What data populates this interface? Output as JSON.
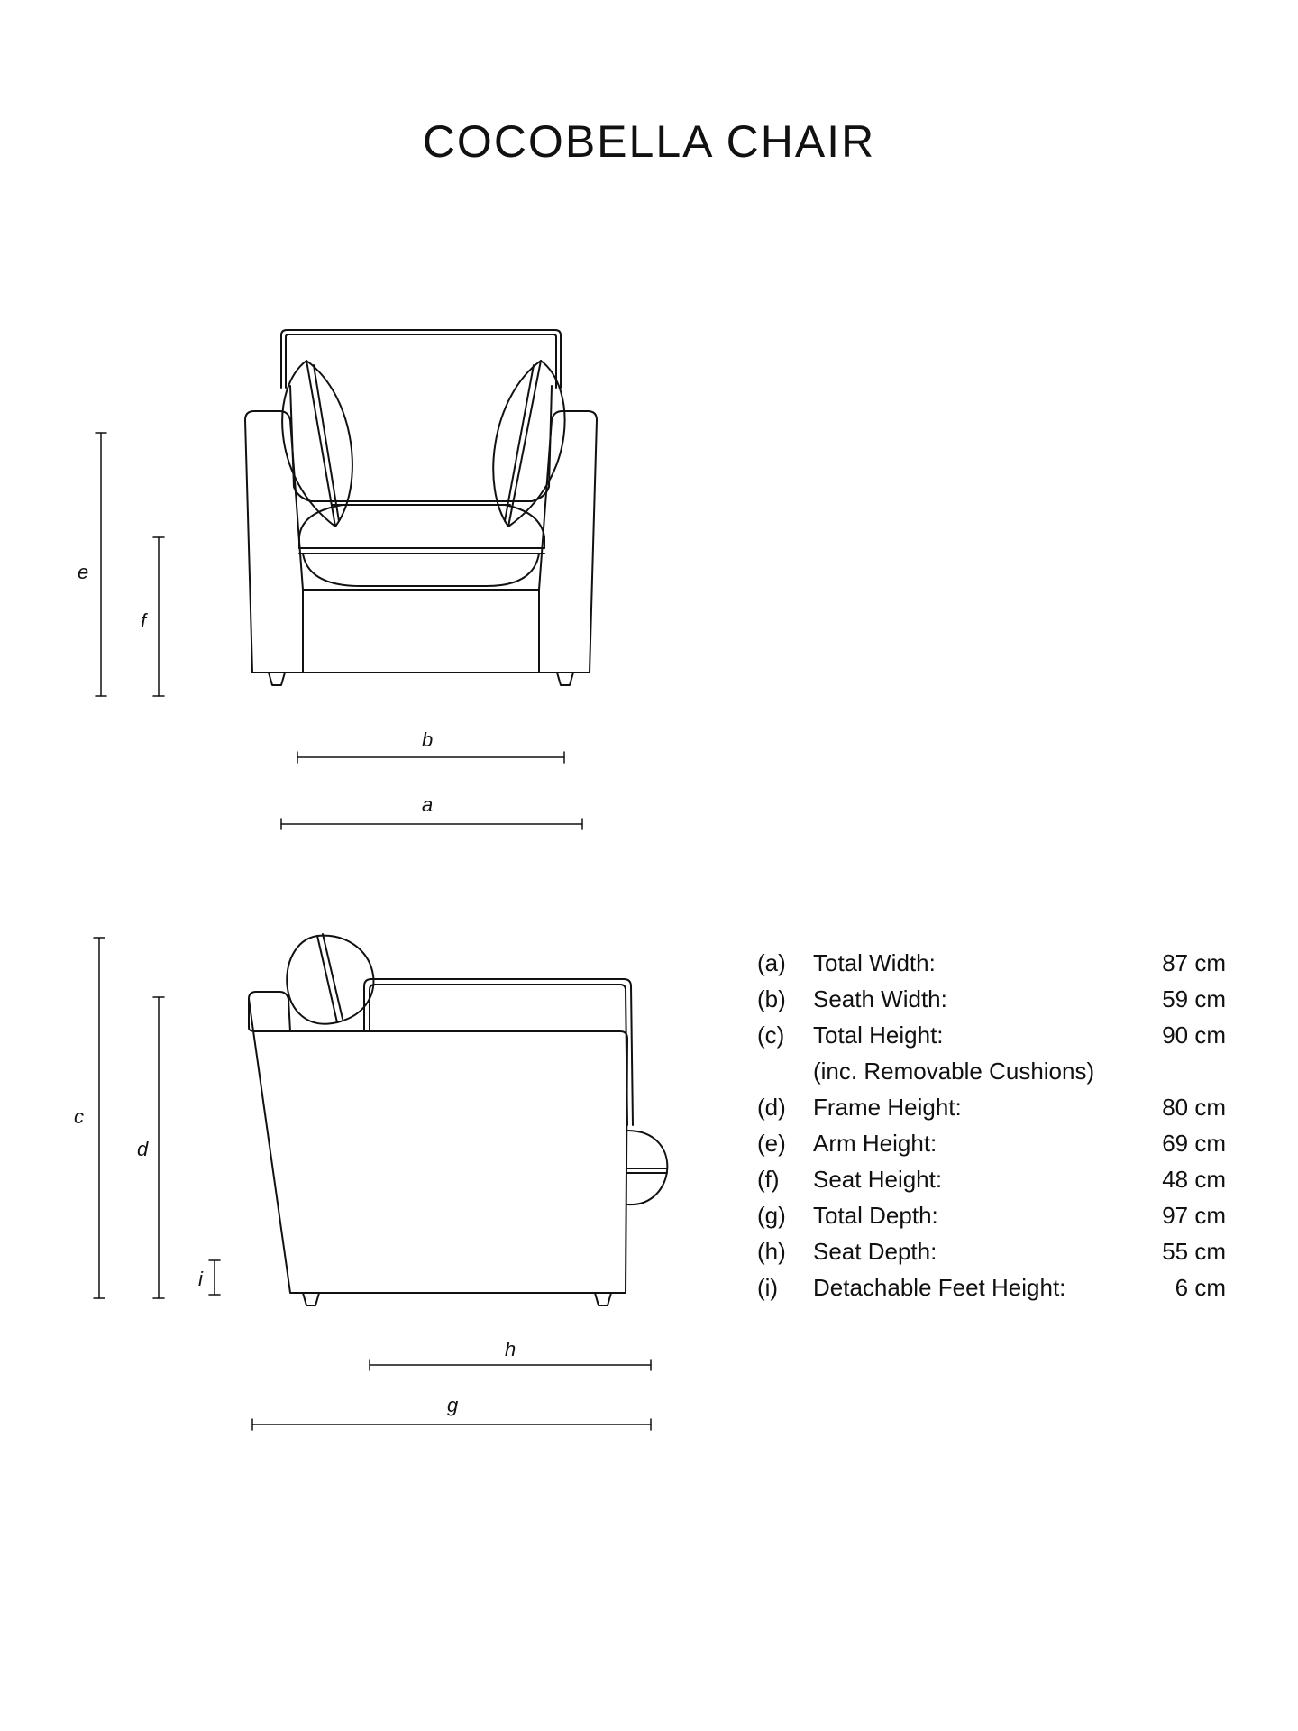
{
  "title": "COCOBELLA CHAIR",
  "colors": {
    "line": "#111111",
    "background": "#ffffff"
  },
  "front_view": {
    "dimension_labels": {
      "e": "e",
      "f": "f",
      "b": "b",
      "a": "a"
    }
  },
  "side_view": {
    "dimension_labels": {
      "c": "c",
      "d": "d",
      "i": "i",
      "h": "h",
      "g": "g"
    }
  },
  "specifications": [
    {
      "letter": "(a)",
      "label": "Total Width:",
      "value": "87 cm"
    },
    {
      "letter": "(b)",
      "label": "Seath Width:",
      "value": "59 cm"
    },
    {
      "letter": "(c)",
      "label": "Total Height:",
      "value": "90 cm"
    },
    {
      "letter": "",
      "label": "(inc. Removable Cushions)",
      "value": ""
    },
    {
      "letter": "(d)",
      "label": "Frame Height:",
      "value": "80 cm"
    },
    {
      "letter": "(e)",
      "label": "Arm Height:",
      "value": "69 cm"
    },
    {
      "letter": "(f)",
      "label": "Seat Height:",
      "value": "48 cm"
    },
    {
      "letter": "(g)",
      "label": "Total Depth:",
      "value": "97 cm"
    },
    {
      "letter": "(h)",
      "label": "Seat Depth:",
      "value": "55 cm"
    },
    {
      "letter": "(i)",
      "label": "Detachable Feet Height:",
      "value": "6 cm"
    }
  ]
}
